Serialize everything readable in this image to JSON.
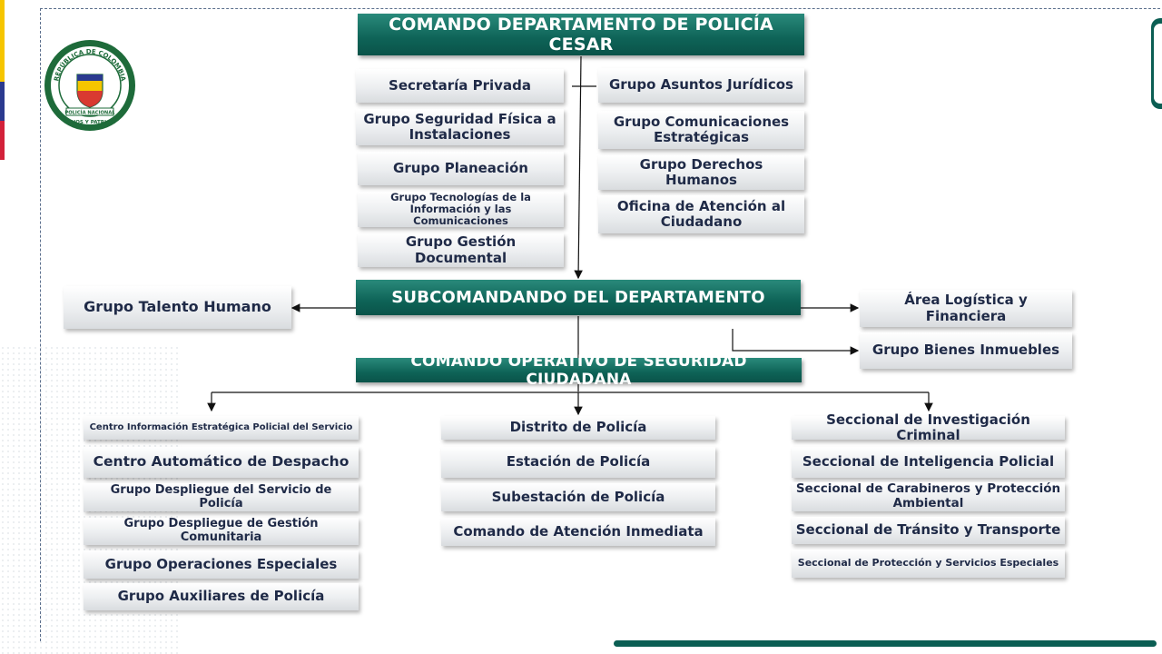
{
  "colors": {
    "header": "#0e6357",
    "flag_yellow": "#f6c500",
    "flag_blue": "#2b3a8f",
    "flag_red": "#d3213a"
  },
  "logo": {
    "text_top": "REPÚBLICA DE COLOMBIA",
    "text_mid": "POLICÍA NACIONAL",
    "motto": "DIOS Y PATRIA"
  },
  "headers": {
    "main": "COMANDO DEPARTAMENTO DE POLICÍA CESAR",
    "sub": "SUBCOMANDANDO DEL DEPARTAMENTO",
    "ops": "COMANDO OPERATIVO DE SEGURIDAD CIUDADANA"
  },
  "staff_left": [
    "Secretaría Privada",
    "Grupo Seguridad Física a Instalaciones",
    "Grupo Planeación",
    "Grupo Tecnologías de la Información y las Comunicaciones",
    "Grupo Gestión Documental"
  ],
  "staff_right": [
    "Grupo Asuntos Jurídicos",
    "Grupo Comunicaciones Estratégicas",
    "Grupo Derechos Humanos",
    "Oficina de Atención al Ciudadano"
  ],
  "side_left": "Grupo Talento Humano",
  "side_right": [
    "Área Logística y Financiera",
    "Grupo Bienes Inmuebles"
  ],
  "col_left": [
    "Centro Información Estratégica Policial del Servicio",
    "Centro Automático de Despacho",
    "Grupo Despliegue del Servicio de Policía",
    "Grupo Despliegue de Gestión Comunitaria",
    "Grupo Operaciones Especiales",
    "Grupo Auxiliares de Policía"
  ],
  "col_mid": [
    "Distrito de Policía",
    "Estación de Policía",
    "Subestación de Policía",
    "Comando de Atención Inmediata"
  ],
  "col_right": [
    "Seccional de Investigación Criminal",
    "Seccional de Inteligencia Policial",
    "Seccional de Carabineros y Protección Ambiental",
    "Seccional de Tránsito y Transporte",
    "Seccional de Protección y Servicios Especiales"
  ]
}
